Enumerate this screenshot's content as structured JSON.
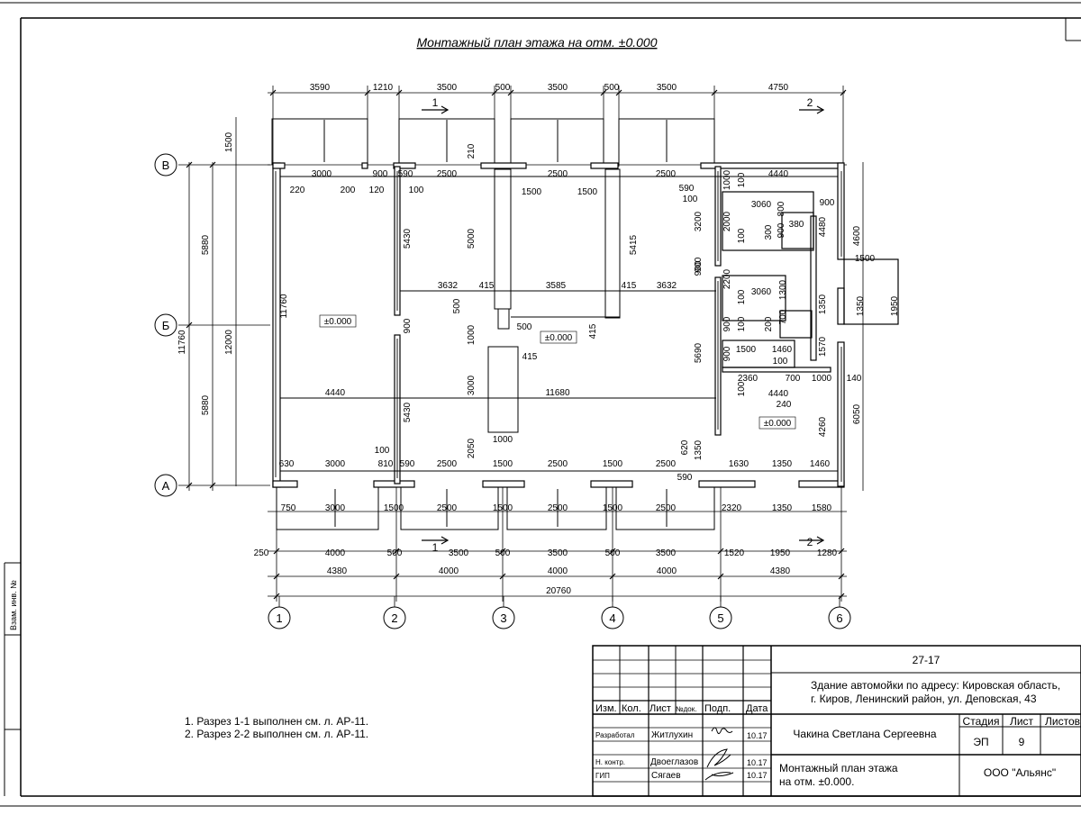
{
  "drawing": {
    "title": "Монтажный план этажа на отм. ±0.000",
    "axes_letters": [
      "В",
      "Б",
      "А"
    ],
    "axes_numbers": [
      "1",
      "2",
      "3",
      "4",
      "5",
      "6"
    ],
    "section_marks": {
      "s1": "1",
      "s2": "2"
    },
    "levels": {
      "left": "±0.000",
      "center": "±0.000",
      "right": "±0.000"
    },
    "dims": {
      "top_row1": [
        "3590",
        "1210",
        "3500",
        "500",
        "3500",
        "500",
        "3500",
        "4750"
      ],
      "top_row2": [
        "3000",
        "900",
        "590",
        "2500",
        "2500",
        "2500",
        "4440"
      ],
      "top_small": [
        "220",
        "200",
        "120",
        "100",
        "1500",
        "1500",
        "590",
        "100",
        "1000",
        "100"
      ],
      "left_vertical": [
        "1500",
        "5880",
        "5880",
        "11760",
        "12000",
        "11760"
      ],
      "interior": [
        "5430",
        "5430",
        "5000",
        "5415",
        "3632",
        "415",
        "3585",
        "415",
        "3632",
        "500",
        "500",
        "1000",
        "415",
        "415",
        "3000",
        "2050",
        "1000",
        "900",
        "4440",
        "11680",
        "210",
        "100"
      ],
      "right_rooms": [
        "3200",
        "2000",
        "100",
        "3060",
        "900",
        "800",
        "300",
        "380",
        "4480",
        "900",
        "900",
        "2200",
        "100",
        "3060",
        "1300",
        "1350",
        "900",
        "100",
        "700",
        "200",
        "1500",
        "1460",
        "100",
        "1570",
        "900",
        "2360",
        "700",
        "1000",
        "100",
        "4440",
        "240",
        "140",
        "5690",
        "4260",
        "620",
        "1350",
        "4600",
        "6050",
        "1500",
        "1350",
        "1950",
        "900"
      ],
      "bottom_row1": [
        "630",
        "3000",
        "810",
        "590",
        "2500",
        "1500",
        "2500",
        "1500",
        "2500",
        "590",
        "1630",
        "1350",
        "1460",
        "100"
      ],
      "bottom_row2": [
        "750",
        "3000",
        "1500",
        "2500",
        "1500",
        "2500",
        "1500",
        "2500",
        "2320",
        "1350",
        "1580"
      ],
      "bottom_row3": [
        "250",
        "4000",
        "500",
        "3500",
        "500",
        "3500",
        "500",
        "3500",
        "1520",
        "1950",
        "1280"
      ],
      "axis_spans": [
        "4380",
        "4000",
        "4000",
        "4000",
        "4380"
      ],
      "overall": "20760"
    }
  },
  "notes": [
    "1. Разрез 1-1 выполнен см. л. АР-11.",
    "2. Разрез 2-2 выполнен см. л. АР-11."
  ],
  "stamp": {
    "code": "27-17",
    "object_line1": "Здание автомойки по адресу: Кировская область,",
    "object_line2": "г. Киров, Ленинский район, ул. Деповская, 43",
    "headers": {
      "izm": "Изм.",
      "kol": "Кол.",
      "list": "Лист",
      "ndok": "№док.",
      "podp": "Подп.",
      "data": "Дата"
    },
    "rows": [
      {
        "role": "Разработал",
        "name": "Житлухин",
        "date": "10.17"
      },
      {
        "role": "Н. контр.",
        "name": "Двоеглазов",
        "date": "10.17"
      },
      {
        "role": "ГИП",
        "name": "Сягаев",
        "date": "10.17"
      }
    ],
    "author": "Чакина Светлана Сергеевна",
    "stage_label": "Стадия",
    "stage_value": "ЭП",
    "sheet_label": "Лист",
    "sheet_value": "9",
    "sheets_label": "Листов",
    "sheet_title_line1": "Монтажный план этажа",
    "sheet_title_line2": "на отм. ±0.000.",
    "org": "ООО \"Альянс\""
  },
  "margin_labels": {
    "inv": "Взам. инв. №"
  }
}
